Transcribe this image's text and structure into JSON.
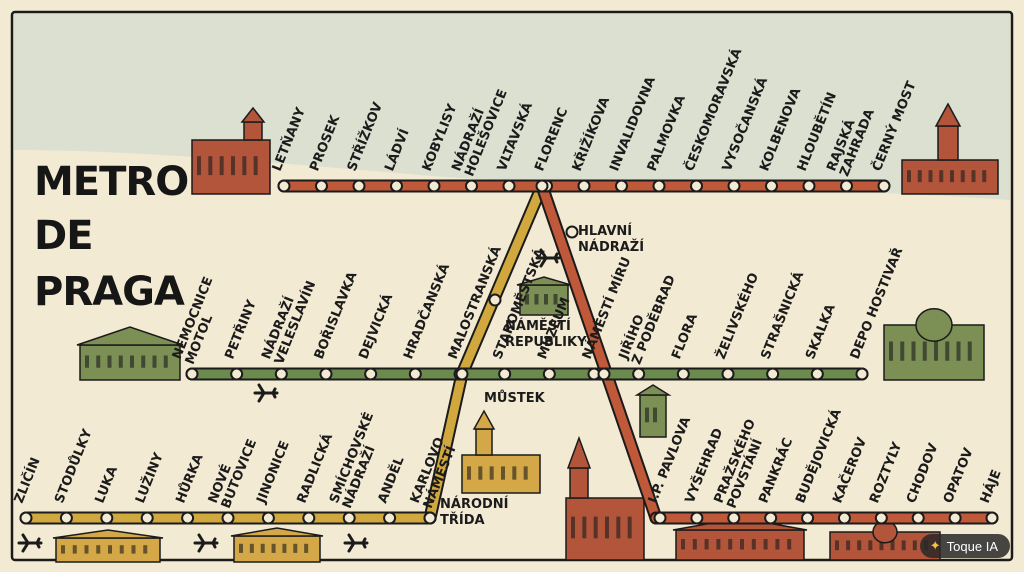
{
  "title": {
    "line1": "METRO",
    "line2": "DE",
    "line3": "PRAGA"
  },
  "lines": {
    "red": {
      "color": "#c0583a",
      "stations": [
        "LETŇANY",
        "PROSEK",
        "STŘÍŽKOV",
        "LÁDVÍ",
        "KOBYLISY",
        "NÁDRAŽÍ|HOLEŠOVICE",
        "VLTAVSKÁ",
        "FLORENC",
        "KŘIŽÍKOVA",
        "INVALIDOVNA",
        "PALMOVKA",
        "ČESKOMORAVSKÁ",
        "VYSOČANSKÁ",
        "KOLBENOVA",
        "HLOUBĚTÍN",
        "RAJSKÁ|ZAHRADA",
        "ČERNÝ MOST"
      ]
    },
    "green": {
      "color": "#6b8a4e",
      "stations": [
        "NEMOCNICE|MOTOL",
        "PETŘINY",
        "NÁDRAŽÍ|VELESLAVÍN",
        "BOŘISLAVKA",
        "DEJVICKÁ",
        "HRADČANSKÁ",
        "MALOSTRANSKÁ",
        "STAROMĚSTSKÁ",
        "MUZEUM",
        "NÁMĚSTÍ MÍRU",
        "JIŘÍHO|Z PODĚBRAD",
        "FLORA",
        "ŽELIVSKÉHO",
        "STRAŠNICKÁ",
        "SKALKA",
        "DEPO HOSTIVAŘ"
      ]
    },
    "yellow": {
      "color": "#d1a83e",
      "stations": [
        "ZLIČÍN",
        "STODŮLKY",
        "LUKA",
        "LUŽINY",
        "HŮRKA",
        "NOVÉ|BUTOVICE",
        "JINONICE",
        "RADLICKÁ",
        "SMÍCHOVSKÉ|NÁDRAŽÍ",
        "ANDĚL",
        "KARLOVO|NÁMĚSTÍ"
      ]
    },
    "diagonal": {
      "hlavni": "HLAVNÍ|NÁDRAŽÍ",
      "namesti": "NÁMĚSTÍ|REPUBLIKY",
      "mustek": "MŮSTEK",
      "narodni": "NÁRODNÍ|TŘÍDA"
    },
    "lower": {
      "stations": [
        "I.P. PAVLOVA",
        "VYŠEHRAD",
        "PRAŽSKÉHO|POVSTÁNÍ",
        "PANKRÁC",
        "BUDĚJOVICKÁ",
        "KAČEROV",
        "ROZTYLY",
        "CHODOV",
        "OPATOV",
        "HÁJE"
      ]
    }
  },
  "colors": {
    "background": "#f3ead3",
    "sky": "#d3dccf",
    "ink": "#1b1b1b",
    "brick": "#b2553b",
    "building_green": "#7c8f55",
    "building_gold": "#d4a847"
  },
  "icons": [
    "airplane-icon",
    "building-icon"
  ],
  "badge": {
    "label": "Toque IA"
  }
}
